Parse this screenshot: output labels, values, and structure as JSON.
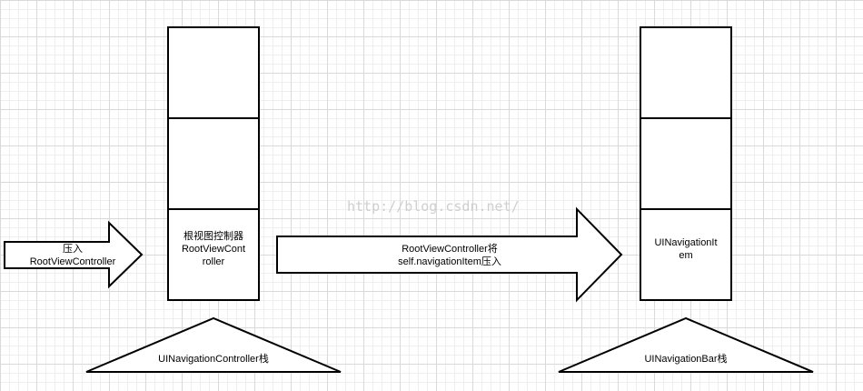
{
  "watermark": "http://blog.csdn.net/",
  "arrow_push": {
    "line1": "压入",
    "line2": "RootViewController"
  },
  "root_stack": {
    "item_line1": "根视图控制器",
    "item_line2": "RootViewCont",
    "item_line3": "roller",
    "base_label": "UINavigationController栈"
  },
  "arrow_transfer": {
    "line1": "RootViewController将",
    "line2": "self.navigationItem压入"
  },
  "nav_stack": {
    "item_line1": "UINavigationIt",
    "item_line2": "em",
    "base_label": "UINavigationBar栈"
  }
}
